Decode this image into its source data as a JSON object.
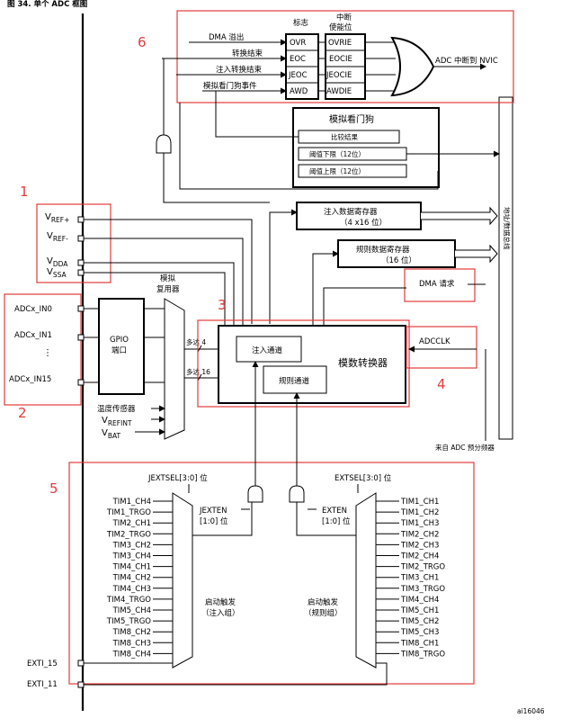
{
  "figure_caption": "图 34.        单个 ADC 框图",
  "ai_code": "ai16046",
  "region_numbers": [
    "1",
    "2",
    "3",
    "4",
    "5",
    "6"
  ],
  "interrupt": {
    "flag_header": "标志",
    "enable_header_1": "中断",
    "enable_header_2": "使能位",
    "events": [
      "DMA 溢出",
      "转换结束",
      "注入转换结束",
      "模拟看门狗事件"
    ],
    "flags": [
      "OVR",
      "EOC",
      "JEOC",
      "AWD"
    ],
    "enables": [
      "OVRIE",
      "EOCIE",
      "JEOCIE",
      "AWDIE"
    ],
    "output_label": "ADC 中断到 NVIC"
  },
  "watchdog": {
    "title": "模拟看门狗",
    "compare": "比较结果",
    "low": "阈值下限（12位）",
    "high": "阈值上限（12位）"
  },
  "bus_label": "地址/数据总线",
  "injected_reg": {
    "line1": "注入数据寄存器",
    "line2": "（4 x16 位）"
  },
  "regular_reg": {
    "line1": "规则数据寄存器",
    "line2": "（16 位）"
  },
  "dma_request": "DMA 请求",
  "refs": {
    "vrefp": "V",
    "vrefp_sub": "REF+",
    "vrefm": "V",
    "vrefm_sub": "REF-",
    "vdda": "V",
    "vdda_sub": "DDA",
    "vssa": "V",
    "vssa_sub": "SSA"
  },
  "inputs": [
    "ADCx_IN0",
    "ADCx_IN1",
    "ADCx_IN15"
  ],
  "gpio": {
    "line1": "GPIO",
    "line2": "端口"
  },
  "mux": {
    "line1": "模拟",
    "line2": "复用器",
    "up_to_4": "多达 4",
    "up_to_16": "多达 16"
  },
  "internal": {
    "temp": "温度传感器",
    "vrefint": "V",
    "vrefint_sub": "REFINT",
    "vbat": "V",
    "vbat_sub": "BAT"
  },
  "converter": {
    "injected": "注入通道",
    "regular": "规则通道",
    "title": "模数转换器"
  },
  "adcclk": "ADCCLK",
  "prescaler": "来自 ADC 预分频器",
  "trigger_injected": {
    "sel": "JEXTSEL[3:0] 位",
    "en1": "JEXTEN",
    "en2": "[1:0] 位",
    "label1": "启动触发",
    "label2": "（注入组）",
    "signals": [
      "TIM1_CH4",
      "TIM1_TRGO",
      "TIM2_CH1",
      "TIM2_TRGO",
      "TIM3_CH2",
      "TIM3_CH4",
      "TIM4_CH1",
      "TIM4_CH2",
      "TIM4_CH3",
      "TIM4_TRGO",
      "TIM5_CH4",
      "TIM5_TRGO",
      "TIM8_CH2",
      "TIM8_CH3",
      "TIM8_CH4"
    ]
  },
  "trigger_regular": {
    "sel": "EXTSEL[3:0] 位",
    "en1": "EXTEN",
    "en2": "[1:0] 位",
    "label1": "启动触发",
    "label2": "（规则组）",
    "signals": [
      "TIM1_CH1",
      "TIM1_CH2",
      "TIM1_CH3",
      "TIM2_CH2",
      "TIM2_CH3",
      "TIM2_CH4",
      "TIM2_TRGO",
      "TIM3_CH1",
      "TIM3_TRGO",
      "TIM4_CH4",
      "TIM5_CH1",
      "TIM5_CH2",
      "TIM5_CH3",
      "TIM8_CH1",
      "TIM8_TRGO"
    ]
  },
  "exti": [
    "EXTI_15",
    "EXTI_11"
  ]
}
